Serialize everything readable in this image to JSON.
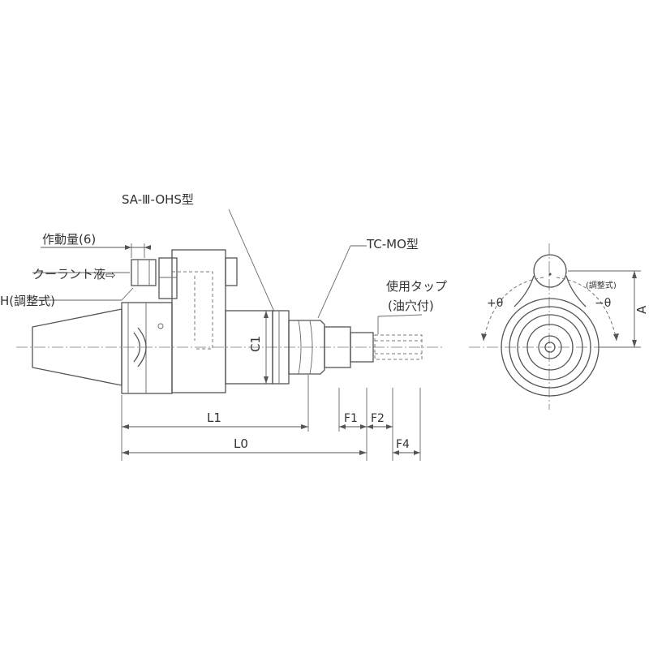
{
  "labels": {
    "sa_type": "SA-Ⅲ-OHS型",
    "tc_type": "TC-MO型",
    "stroke": "作動量(6)",
    "coolant": "クーラント液",
    "coolant_arrow": "⇨",
    "adjust_h": "H(調整式)",
    "tap_line1": "使用タップ",
    "tap_line2": "(油穴付)",
    "c1": "C1",
    "l1": "L1",
    "l0": "L0",
    "f1": "F1",
    "f2": "F2",
    "f4": "F4",
    "plus_theta": "+θ",
    "minus_theta": "−θ",
    "adjust_small": "(調整式)",
    "a": "A"
  }
}
